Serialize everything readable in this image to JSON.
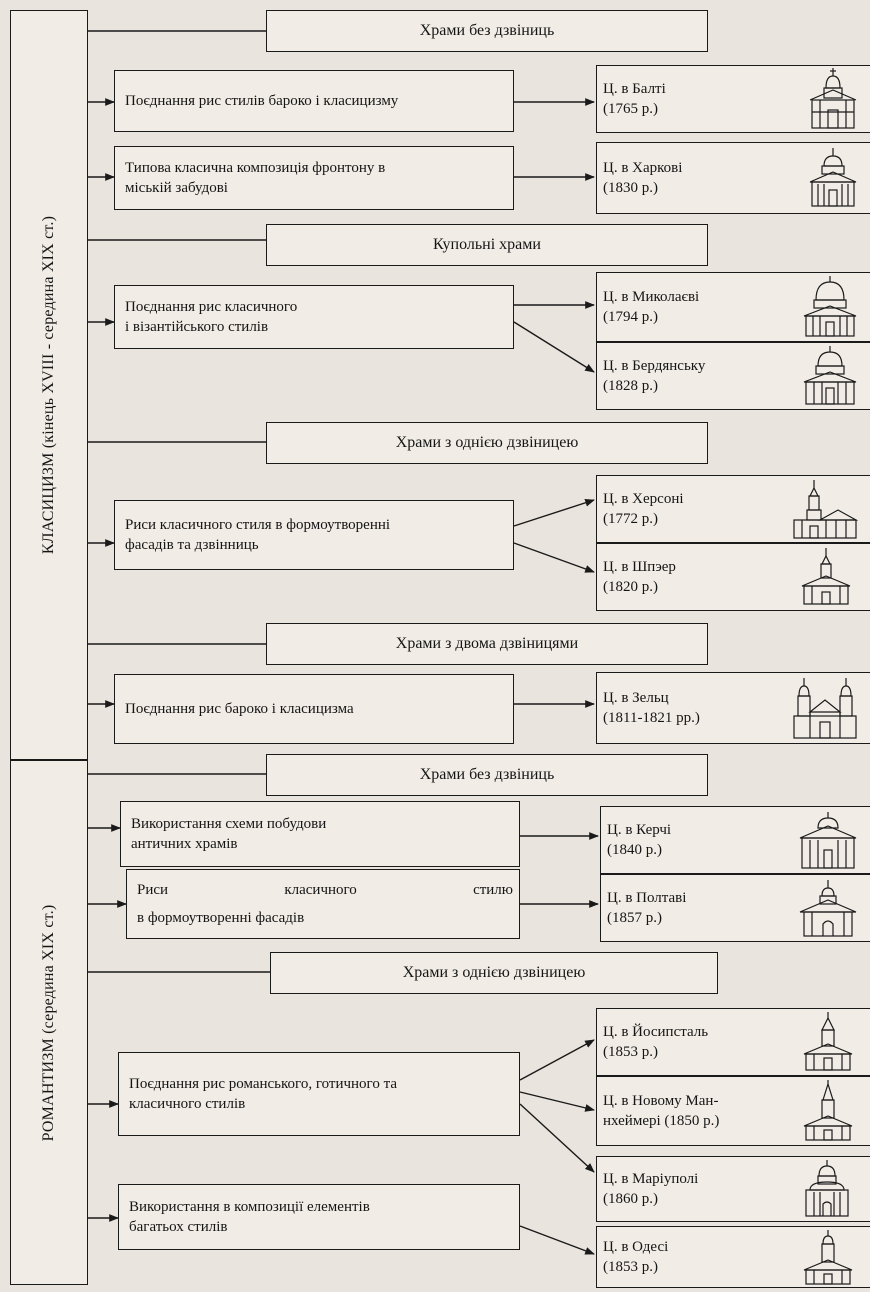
{
  "periods": {
    "classicism": "КЛАСИЦИЗМ (кінець XVIII - середина XIX ст.)",
    "romanticism": "РОМАНТИЗМ  (середина XIX ст.)"
  },
  "classicism": {
    "no_bell_towers": {
      "header": "Храми без дзвіниць",
      "feature_1": "Поєднання рис стилів бароко і класицизму",
      "feature_2_line_1": "Типова класична композиція фронтону в",
      "feature_2_line_2": "міській забудові",
      "church_balta": {
        "name": "Ц. в Балті",
        "year": "(1765 р.)"
      },
      "church_kharkiv": {
        "name": "Ц. в Харкові",
        "year": "(1830 р.)"
      }
    },
    "domed": {
      "header": "Купольні храми",
      "feature_line_1": "Поєднання рис класичного",
      "feature_line_2": "і візантійського стилів",
      "church_mykolaiv": {
        "name": "Ц. в Миколаєві",
        "year": "(1794 р.)"
      },
      "church_berdiansk": {
        "name": "Ц. в Бердянську",
        "year": "(1828 р.)"
      }
    },
    "one_bell_tower": {
      "header": "Храми з однією дзвіницею",
      "feature_line_1": "Риси класичного стиля в формоутворенні",
      "feature_line_2": "фасадів та дзвінниць",
      "church_kherson": {
        "name": "Ц. в Херсоні",
        "year": "(1772 р.)"
      },
      "church_shpeer": {
        "name": "Ц. в Шпэер",
        "year": "(1820 р.)"
      }
    },
    "two_bell_towers": {
      "header": "Храми з двома дзвіницями",
      "feature": "Поєднання рис бароко і класицизма",
      "church_zelts": {
        "name": "Ц. в Зельц",
        "year": "(1811-1821 рр.)"
      }
    }
  },
  "romanticism": {
    "no_bell_towers": {
      "header": "Храми без дзвіниць",
      "feature_1_line_1": "Використання схеми побудови",
      "feature_1_line_2": "античних храмів",
      "feature_2_w1": "Риси",
      "feature_2_w2": "класичного",
      "feature_2_w3": "стилю",
      "feature_2_line_2": "в формоутворенні фасадів",
      "church_kerch": {
        "name": "Ц. в Керчі",
        "year": "(1840 р.)"
      },
      "church_poltava": {
        "name": "Ц. в Полтаві",
        "year": "(1857 р.)"
      }
    },
    "one_bell_tower": {
      "header": "Храми з однією дзвіницею",
      "feature_1_line_1": "Поєднання рис романського, готичного та",
      "feature_1_line_2": "класичного стилів",
      "feature_2_line_1": "Використання в композиції елементів",
      "feature_2_line_2": "багатьох стилів",
      "church_yosypstal": {
        "name": "Ц. в Йосипсталь",
        "year": "(1853 р.)"
      },
      "church_novyi_mannheim": {
        "name": "Ц. в Новому Ман-",
        "year": "нхеймері (1850 р.)"
      },
      "church_mariupol": {
        "name": "Ц. в Маріуполі",
        "year": "(1860 р.)"
      },
      "church_odesa": {
        "name": "Ц. в Одесі",
        "year": "(1853 р.)"
      }
    }
  },
  "icons": [
    "church-balta-icon",
    "church-kharkiv-icon",
    "church-mykolaiv-icon",
    "church-berdiansk-icon",
    "church-kherson-icon",
    "church-shpeer-icon",
    "church-zelts-icon",
    "church-kerch-icon",
    "church-poltava-icon",
    "church-yosypstal-icon",
    "church-novyi-mannheim-icon",
    "church-mariupol-icon",
    "church-odesa-icon"
  ]
}
